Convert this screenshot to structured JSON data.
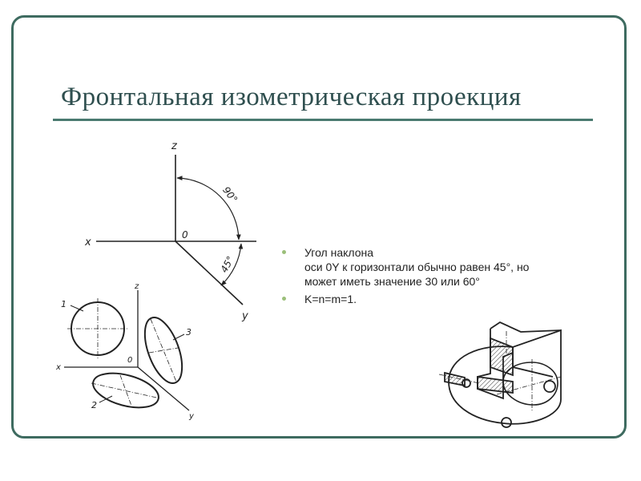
{
  "slide": {
    "title": "Фронтальная изометрическая проекция"
  },
  "bullets": [
    {
      "lines": [
        "Угол наклона",
        "оси 0Y к горизонтали обычно равен 45°, но",
        "может иметь значение 30 или 60°"
      ]
    },
    {
      "lines": [
        "K=n=m=1."
      ]
    }
  ],
  "axes_diagram": {
    "labels": {
      "z": "z",
      "x": "x",
      "y": "y",
      "origin": "0"
    },
    "angles": {
      "top": "90°",
      "bottom": "45°"
    }
  },
  "circles_diagram": {
    "labels": {
      "z": "z",
      "x": "x",
      "y": "y",
      "origin": "0",
      "callout_1": "1",
      "callout_2": "2",
      "callout_3": "3"
    }
  },
  "colors": {
    "frame": "#3e6b60",
    "title_rule": "#4a7a70",
    "bullet": "#9bbf7a"
  }
}
